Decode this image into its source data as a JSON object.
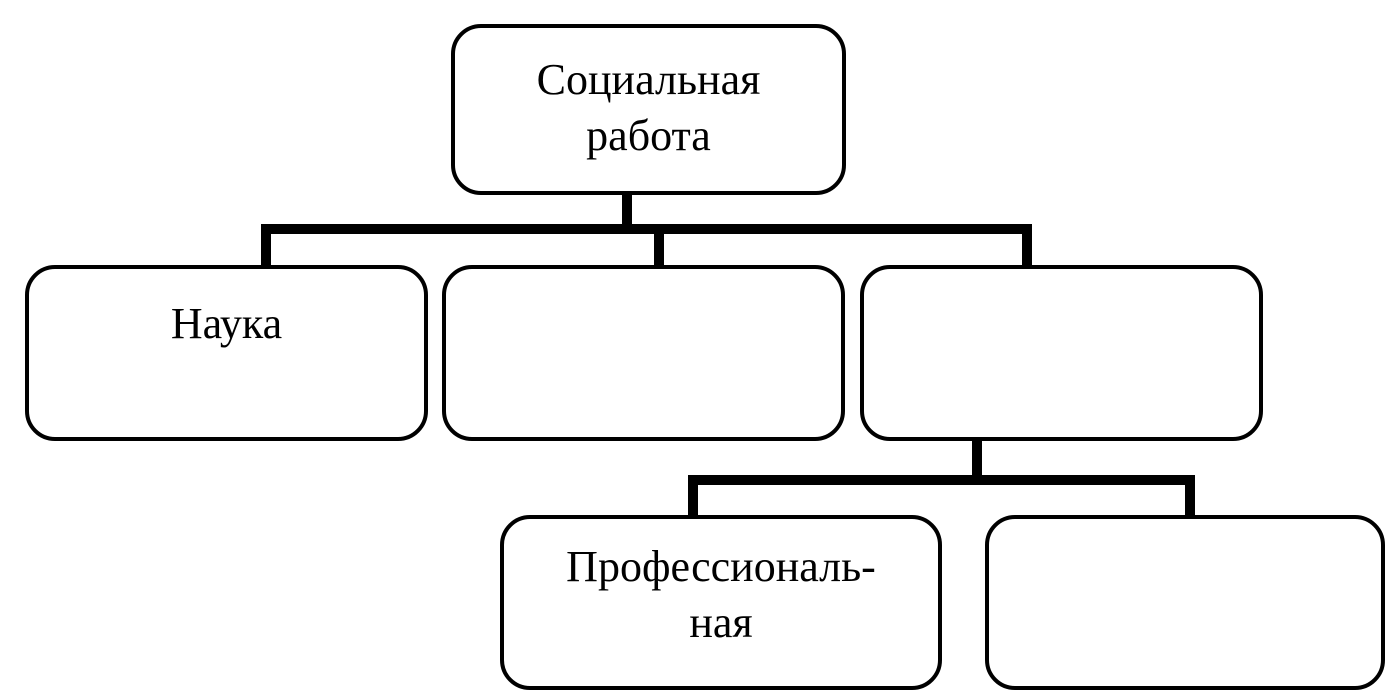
{
  "diagram": {
    "root": {
      "line1": "Социальная",
      "line2": "работа"
    },
    "level1": {
      "left": {
        "label": "Наука"
      },
      "middle": {
        "label": ""
      },
      "right": {
        "label": ""
      }
    },
    "level2": {
      "left": {
        "line1": "Профессиональ-",
        "line2": "ная"
      },
      "right": {
        "label": ""
      }
    }
  }
}
